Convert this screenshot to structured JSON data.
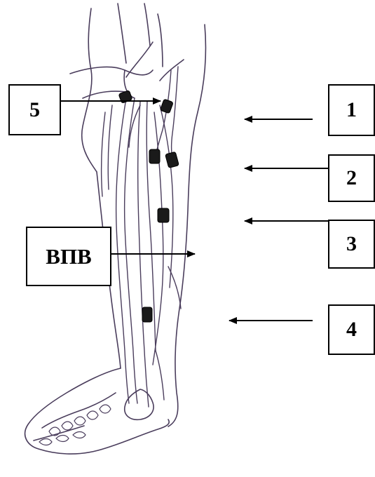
{
  "labels": {
    "l1": "1",
    "l2": "2",
    "l3": "3",
    "l4": "4",
    "l5": "5",
    "vpv": "ВПВ"
  },
  "colors": {
    "ink": "#000000",
    "vein_line": "#4a3d5c",
    "marker": "#1a1a1a"
  }
}
